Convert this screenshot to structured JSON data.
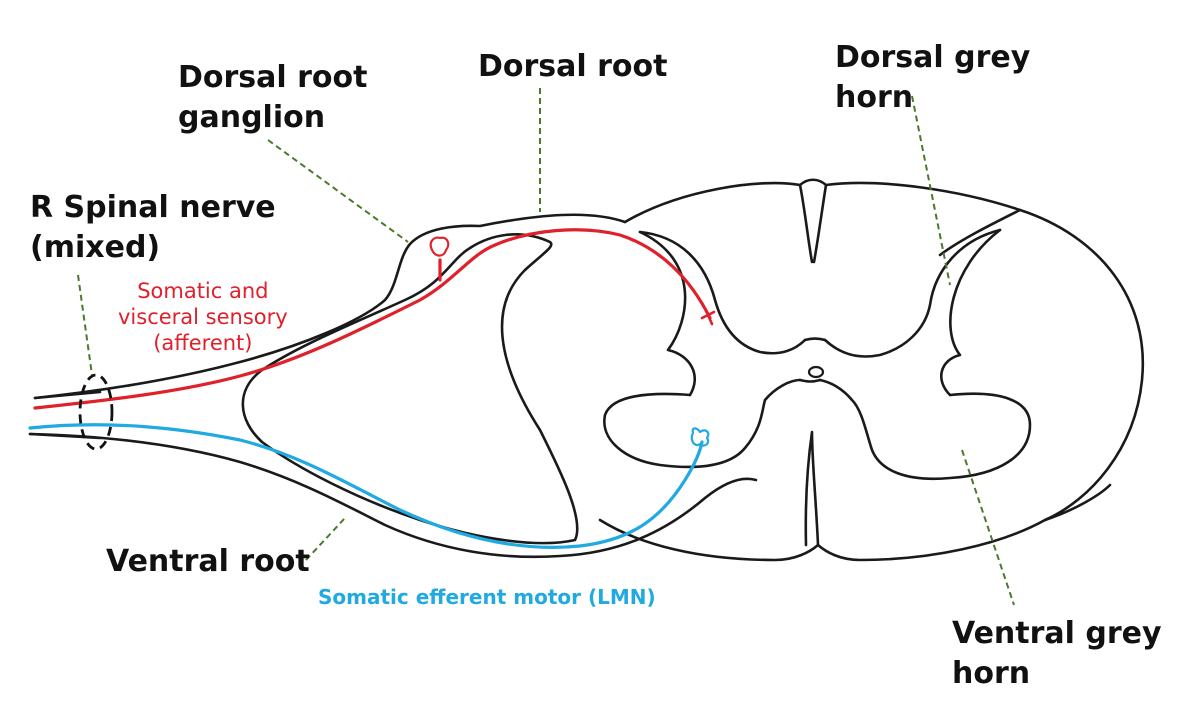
{
  "colors": {
    "outline": "#1a1a1a",
    "sensory": "#e0202a",
    "motor": "#21a9e1",
    "leader": "#4a7a2a",
    "label": "#111111"
  },
  "labels": {
    "dorsal_root_ganglion": [
      "Dorsal root",
      "ganglion"
    ],
    "dorsal_root": "Dorsal root",
    "dorsal_grey_horn": [
      "Dorsal grey",
      "horn"
    ],
    "spinal_nerve": [
      "R Spinal nerve",
      "(mixed)"
    ],
    "sensory_pathway": [
      "Somatic and",
      "visceral sensory",
      "(afferent)"
    ],
    "ventral_root": "Ventral root",
    "motor_pathway": "Somatic efferent motor (LMN)",
    "ventral_grey_horn": [
      "Ventral grey",
      "horn"
    ]
  }
}
